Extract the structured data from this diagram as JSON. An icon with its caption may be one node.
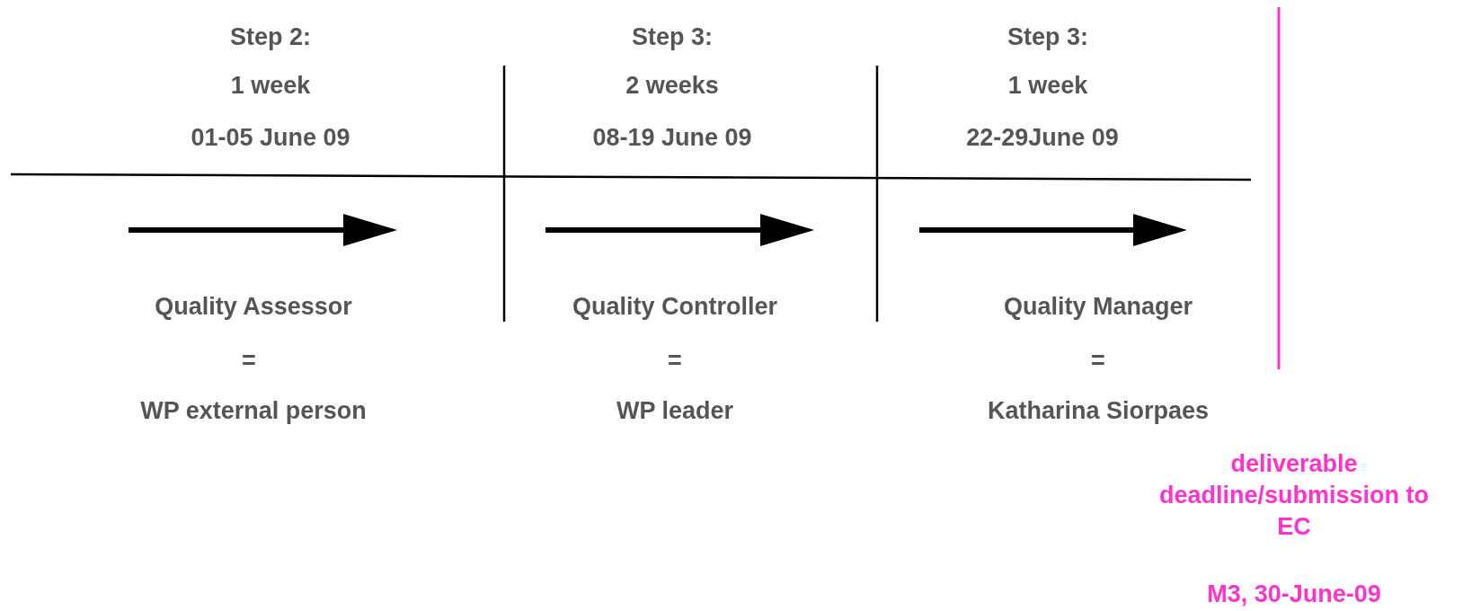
{
  "diagram": {
    "labels": [
      "Step 2:",
      "Step 3:",
      "Step 3:",
      "1 week",
      "2 weeks",
      "1 week",
      "01-05 June 09",
      "08-19 June 09",
      "22-29June 09",
      "Quality Assessor",
      "Quality Controller",
      "Quality Manager",
      "=",
      "=",
      "=",
      "WP external person",
      "WP leader",
      "Katharina Siorpaes",
      "deliverable deadline/submission to EC",
      "M3, 30-June-09"
    ]
  }
}
